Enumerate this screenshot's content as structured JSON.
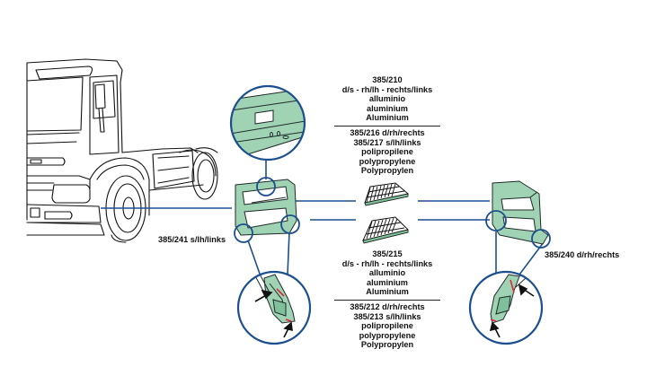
{
  "colors": {
    "part_fill": "#9fd3b3",
    "part_fill_dark": "#7fbf9a",
    "outline": "#1f2a2a",
    "leader_blue": "#1b4f8f",
    "highlight_red": "#e0263a",
    "truck_line": "#111111"
  },
  "labels": {
    "left_part": "385/241 s/lh/links",
    "right_part": "385/240 d/rh/rechts"
  },
  "top_block": {
    "aluminium": [
      "385/210",
      "d/s - rh/lh - rechts/links",
      "alluminio",
      "aluminium",
      "Aluminium"
    ],
    "polypropylene": [
      "385/216 d/rh/rechts",
      "385/217 s/lh/links",
      "polipropilene",
      "polypropylene",
      "Polypropylen"
    ]
  },
  "bottom_block": {
    "aluminium": [
      "385/215",
      "d/s - rh/lh - rechts/links",
      "alluminio",
      "aluminium",
      "Aluminium"
    ],
    "polypropylene": [
      "385/212 d/rh/rechts",
      "385/213 s/lh/links",
      "polipropilene",
      "polypropylene",
      "Polypropylen"
    ]
  },
  "icons": {
    "truck": "truck-illustration",
    "step_left": "step-bracket-left",
    "step_right": "step-bracket-right",
    "step_plate": "step-grating",
    "zoom_circle": "detail-magnifier",
    "arrow": "pointer-arrow"
  }
}
